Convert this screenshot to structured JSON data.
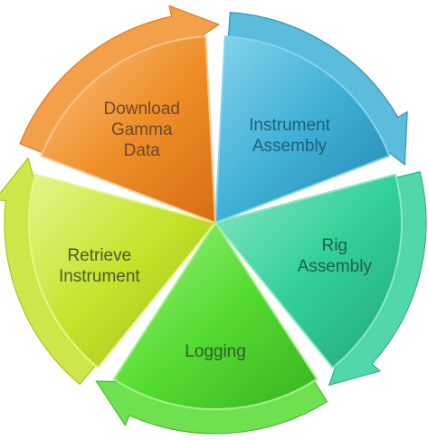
{
  "diagram": {
    "type": "cycle",
    "segments": [
      {
        "id": "instrument-assembly",
        "lines": [
          "Instrument",
          "Assembly"
        ],
        "color": "#3fb0d6",
        "dark": "#2287b0",
        "light": "#86d3ec",
        "text_color": "#1f5f7a"
      },
      {
        "id": "rig-assembly",
        "lines": [
          "Rig",
          "Assembly"
        ],
        "color": "#33d09a",
        "dark": "#20a878",
        "light": "#8ae8c4",
        "text_color": "#1f5f50"
      },
      {
        "id": "logging",
        "lines": [
          "Logging"
        ],
        "color": "#56dc32",
        "dark": "#38b41f",
        "light": "#a6f08a",
        "text_color": "#2f5f2a"
      },
      {
        "id": "retrieve-instrument",
        "lines": [
          "Retrieve",
          "Instrument"
        ],
        "color": "#c4e32a",
        "dark": "#a0bc18",
        "light": "#e6f58c",
        "text_color": "#4f5a2a"
      },
      {
        "id": "download-gamma-data",
        "lines": [
          "Download",
          "Gamma",
          "Data"
        ],
        "color": "#f0902a",
        "dark": "#d66e14",
        "light": "#f8c48a",
        "text_color": "#6b4a2e"
      }
    ]
  }
}
